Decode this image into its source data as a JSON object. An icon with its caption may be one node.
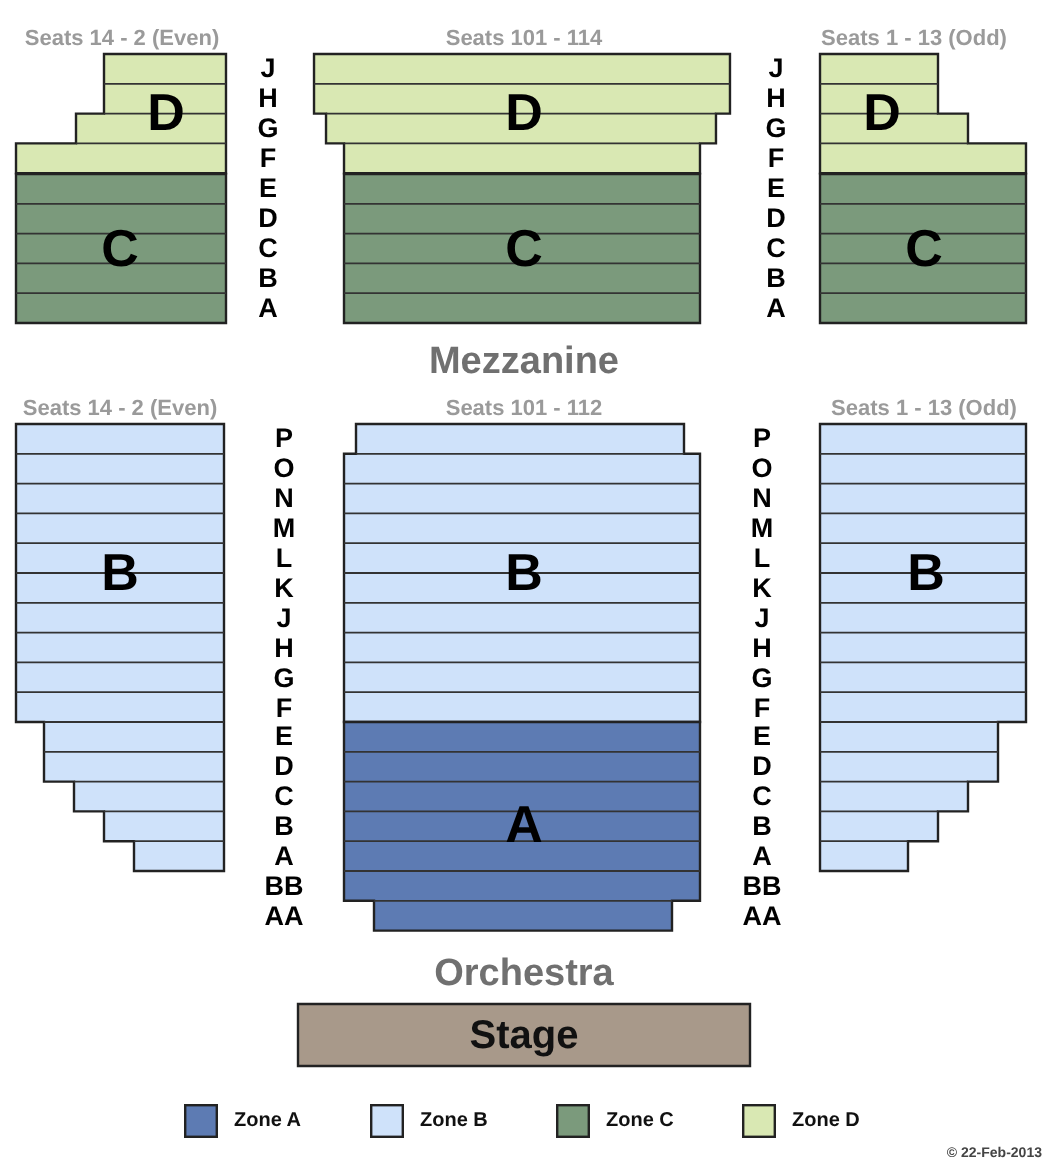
{
  "diagram": {
    "nodes": [
      {
        "text": [
          "Seats 14 - 2 (Even)",
          "D"
        ]
      },
      {
        "text": [
          "Seats 101 - 114",
          "D"
        ]
      },
      {
        "text": [
          "Seats 1 - 13 (Odd)",
          "D"
        ]
      },
      {
        "text": [
          "C"
        ]
      },
      {
        "text": [
          "C"
        ]
      },
      {
        "text": [
          "C"
        ]
      },
      {
        "text": [
          "Seats 14 - 2 (Even)",
          "B"
        ]
      },
      {
        "text": [
          "Seats 101 - 112",
          "B"
        ]
      },
      {
        "text": [
          "Seats 1 - 13 (Odd)",
          "B"
        ]
      },
      {
        "text": [
          "A"
        ]
      },
      {
        "text": [
          "Stage"
        ]
      }
    ],
    "labels": [
      "J",
      "H",
      "G",
      "F",
      "E",
      "D",
      "C",
      "B",
      "A",
      "J",
      "H",
      "G",
      "F",
      "E",
      "D",
      "C",
      "B",
      "A",
      "Mezzanine",
      "P",
      "O",
      "N",
      "M",
      "L",
      "K",
      "J",
      "H",
      "G",
      "F",
      "E",
      "D",
      "C",
      "B",
      "A",
      "BB",
      "AA",
      "P",
      "O",
      "N",
      "M",
      "L",
      "K",
      "J",
      "H",
      "G",
      "F",
      "E",
      "D",
      "C",
      "B",
      "A",
      "BB",
      "AA",
      "Orchestra",
      "© 22-Feb-2013"
    ],
    "legend": [
      {
        "text": "Zone A",
        "color": "#5d7bb3"
      },
      {
        "text": "Zone B",
        "color": "#cfe2fa"
      },
      {
        "text": "Zone C",
        "color": "#7b9a7c"
      },
      {
        "text": "Zone D",
        "color": "#d9e8b3"
      }
    ]
  }
}
